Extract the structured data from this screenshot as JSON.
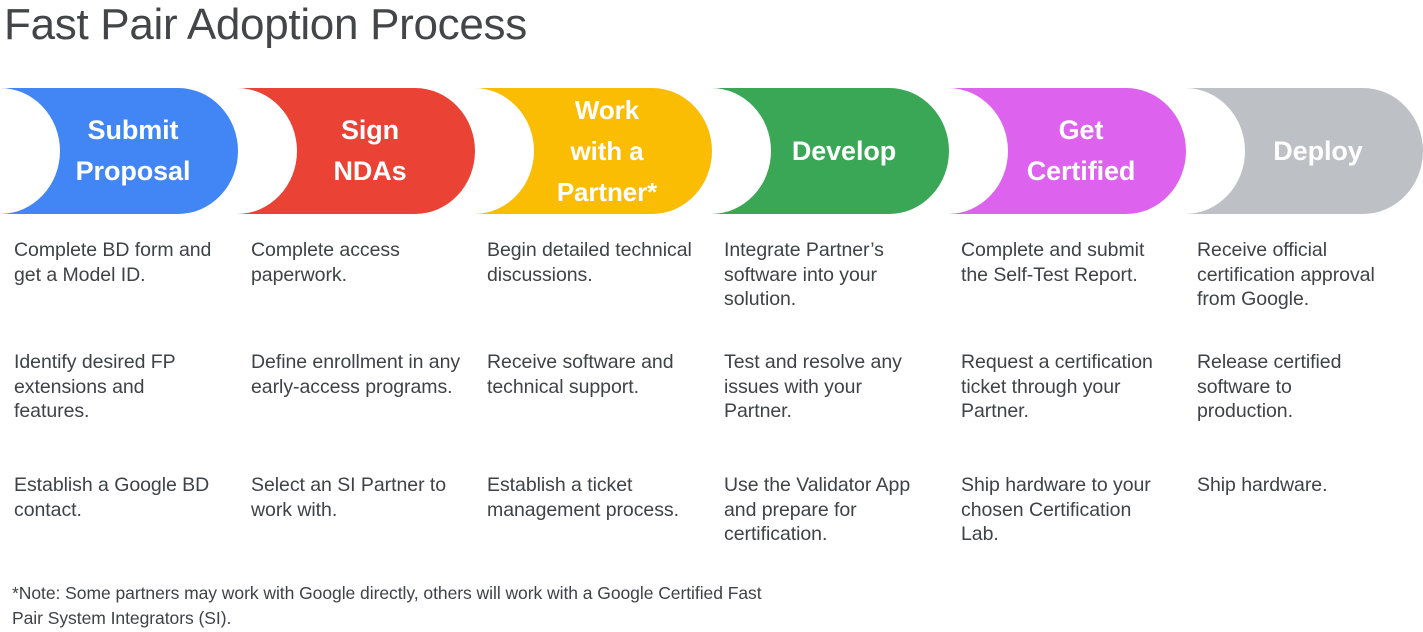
{
  "page": {
    "title": "Fast Pair Adoption Process",
    "background_color": "#FFFFFF",
    "text_color": "#3F4246"
  },
  "stages": [
    {
      "id": "submit-proposal",
      "label": "Submit\nProposal",
      "color": "#4285F4",
      "color_name": "google-blue",
      "items": [
        "Complete BD form and get a Model ID.",
        "Identify desired FP extensions and features.",
        "Establish a Google BD contact."
      ]
    },
    {
      "id": "sign-ndas",
      "label": "Sign\nNDAs",
      "color": "#EA4335",
      "color_name": "google-red",
      "items": [
        "Complete access paperwork.",
        "Define enrollment in any early-access programs.",
        "Select an SI Partner to work with."
      ]
    },
    {
      "id": "work-with-a-partner",
      "label": "Work\nwith a\nPartner*",
      "color": "#FBBC04",
      "color_name": "google-yellow",
      "items": [
        "Begin detailed technical discussions.",
        "Receive software and technical support.",
        "Establish a ticket management process."
      ]
    },
    {
      "id": "develop",
      "label": "Develop",
      "color": "#3AA757",
      "color_name": "google-green",
      "items": [
        "Integrate Partner’s software into your solution.",
        "Test and resolve any issues with your Partner.",
        "Use the Validator App and prepare for certification."
      ]
    },
    {
      "id": "get-certified",
      "label": "Get\nCertified",
      "color": "#DD62EE",
      "color_name": "magenta",
      "items": [
        "Complete and submit the Self-Test Report.",
        "Request a certification ticket through your Partner.",
        "Ship hardware to your chosen Certification Lab."
      ]
    },
    {
      "id": "deploy",
      "label": "Deploy",
      "color": "#BDC1C6",
      "color_name": "gray",
      "items": [
        "Receive official certification approval from Google.",
        "Release certified software to production.",
        "Ship hardware."
      ]
    }
  ],
  "footnote": "*Note: Some partners may work with Google directly, others will work with a Google Certified Fast Pair System Integrators (SI)."
}
